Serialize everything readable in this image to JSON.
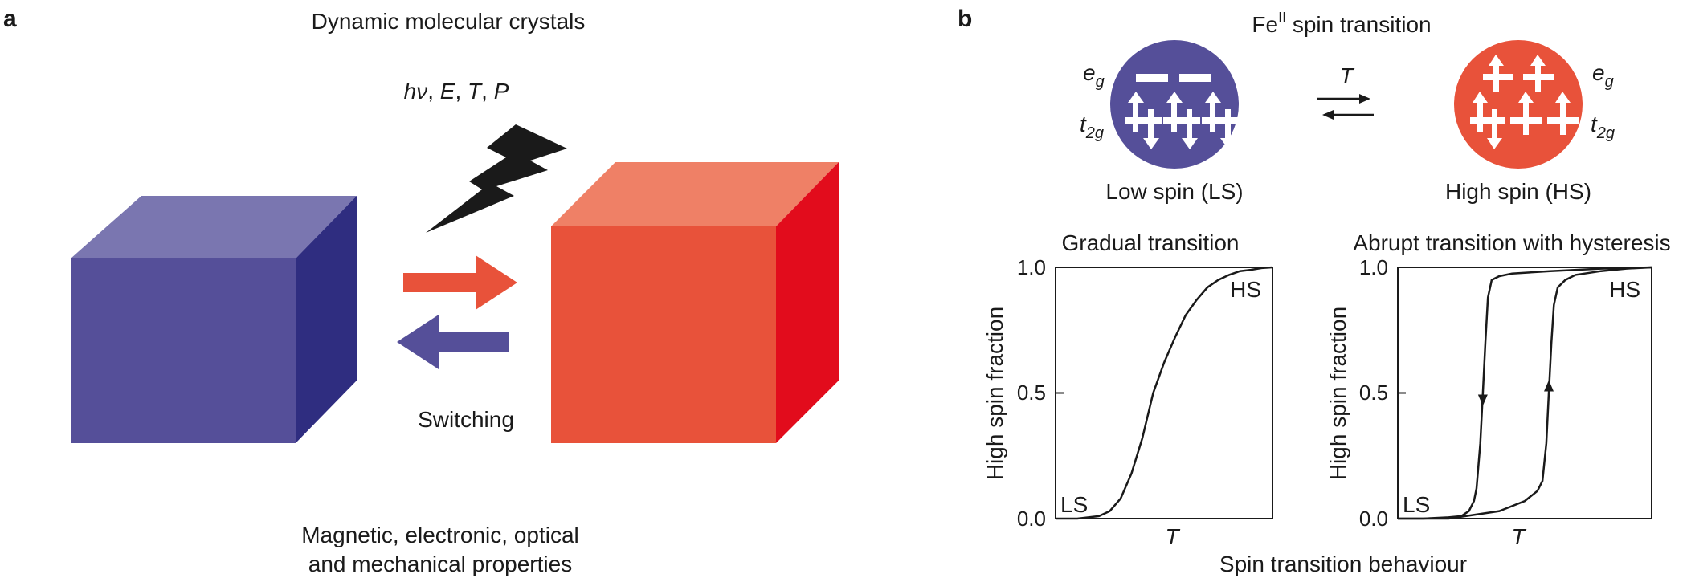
{
  "panel_a": {
    "letter": "a",
    "title": "Dynamic molecular crystals",
    "stimuli": {
      "h": "h",
      "nu": "ν",
      "sep1": ", ",
      "E": "E",
      "sep2": ", ",
      "T": "T",
      "sep3": ", ",
      "P": "P"
    },
    "switching_label": "Switching",
    "properties_line1": "Magnetic, electronic, optical",
    "properties_line2": "and mechanical properties",
    "colors": {
      "blue_front": "#554f99",
      "blue_top": "#7a76b0",
      "blue_side": "#2f2d80",
      "red_front": "#e8523a",
      "red_top": "#ef8066",
      "red_side": "#e20c1c",
      "arrow_red": "#e8523a",
      "arrow_blue": "#554f99",
      "bolt": "#1a1a1a"
    }
  },
  "panel_b": {
    "letter": "b",
    "title_main": "Fe",
    "title_sup": "II",
    "title_rest": " spin transition",
    "eg": {
      "main": "e",
      "sub": "g"
    },
    "t2g": {
      "main": "t",
      "sub": "2g"
    },
    "equilibrium_label": "T",
    "ls_label": "Low spin (LS)",
    "hs_label": "High spin (HS)",
    "ls_color": "#554f99",
    "hs_color": "#e8523a",
    "footer": "Spin transition behaviour"
  },
  "chart_data": [
    {
      "type": "line",
      "title": "Gradual transition",
      "xlabel": "T",
      "ylabel": "High spin fraction",
      "ylim": [
        0,
        1
      ],
      "y_ticks": [
        "0.0",
        "0.5",
        "1.0"
      ],
      "annotations": [
        "LS",
        "HS"
      ],
      "series": [
        {
          "x": [
            0,
            0.1,
            0.2,
            0.25,
            0.3,
            0.35,
            0.4,
            0.45,
            0.5,
            0.55,
            0.6,
            0.65,
            0.7,
            0.75,
            0.8,
            0.85,
            0.9,
            0.95,
            1.0
          ],
          "values": [
            0.0,
            0.0,
            0.01,
            0.03,
            0.08,
            0.18,
            0.32,
            0.5,
            0.62,
            0.72,
            0.81,
            0.87,
            0.92,
            0.95,
            0.97,
            0.985,
            0.99,
            0.997,
            1.0
          ]
        }
      ]
    },
    {
      "type": "line",
      "title": "Abrupt transition with hysteresis",
      "xlabel": "T",
      "ylabel": "High spin fraction",
      "ylim": [
        0,
        1
      ],
      "y_ticks": [
        "0.0",
        "0.5",
        "1.0"
      ],
      "annotations": [
        "LS",
        "HS"
      ],
      "series": [
        {
          "direction": "cooling",
          "x": [
            1.0,
            0.8,
            0.6,
            0.45,
            0.4,
            0.37,
            0.355,
            0.345,
            0.335,
            0.325,
            0.31,
            0.3,
            0.28,
            0.25,
            0.2,
            0.1,
            0.0
          ],
          "values": [
            1.0,
            0.995,
            0.985,
            0.975,
            0.965,
            0.95,
            0.88,
            0.7,
            0.5,
            0.3,
            0.12,
            0.07,
            0.03,
            0.01,
            0.005,
            0.0,
            0.0
          ]
        },
        {
          "direction": "heating",
          "x": [
            0.0,
            0.2,
            0.4,
            0.5,
            0.55,
            0.57,
            0.585,
            0.595,
            0.605,
            0.615,
            0.63,
            0.66,
            0.7,
            0.8,
            0.9,
            1.0
          ],
          "values": [
            0.0,
            0.0,
            0.03,
            0.07,
            0.11,
            0.15,
            0.3,
            0.5,
            0.7,
            0.85,
            0.92,
            0.95,
            0.97,
            0.985,
            0.995,
            1.0
          ]
        }
      ]
    }
  ]
}
